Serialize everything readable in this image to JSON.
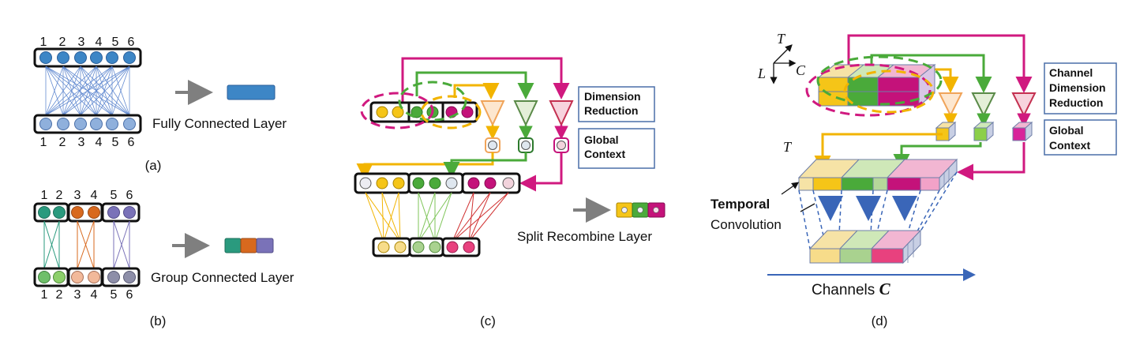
{
  "colors": {
    "blue": "#3d86c6",
    "blue_light": "#8fb0dc",
    "teal": "#2a9a7e",
    "light_green": "#8ccf6a",
    "orange": "#d8691e",
    "peach": "#f2b99a",
    "purple": "#7a72b8",
    "slate": "#8d8ea8",
    "yellow": "#f5c518",
    "green": "#4aaa3a",
    "magenta": "#c4127a",
    "pink": "#e8417e",
    "pale_yellow": "#f7dc8a",
    "pale_green": "#b6d79a",
    "pale_pink": "#f2a2c8",
    "arrow_gray": "#7f7f7f",
    "arrow_blue": "#3a66b8"
  },
  "panel_a": {
    "caption": "(a)",
    "label": "Fully Connected Layer",
    "top_numbers": [
      "1",
      "2",
      "3",
      "4",
      "5",
      "6"
    ],
    "bottom_numbers": [
      "1",
      "2",
      "3",
      "4",
      "5",
      "6"
    ]
  },
  "panel_b": {
    "caption": "(b)",
    "label": "Group Connected Layer",
    "top_numbers": [
      "1",
      "2",
      "3",
      "4",
      "5",
      "6"
    ],
    "bottom_numbers": [
      "1",
      "2",
      "3",
      "4",
      "5",
      "6"
    ]
  },
  "panel_c": {
    "caption": "(c)",
    "label": "Split Recombine Layer",
    "box1_line1": "Dimension",
    "box1_line2": "Reduction",
    "box2_line1": "Global",
    "box2_line2": "Context"
  },
  "panel_d": {
    "caption": "(d)",
    "axis_T": "T",
    "axis_L": "L",
    "axis_C": "C",
    "axis_T2": "T",
    "temporal": "Temporal",
    "convolution": "Convolution",
    "channels": "Channels ",
    "channels_symbol": "C",
    "box1_line1": "Channel",
    "box1_line2": "Dimension",
    "box1_line3": "Reduction",
    "box2_line1": "Global",
    "box2_line2": "Context"
  }
}
